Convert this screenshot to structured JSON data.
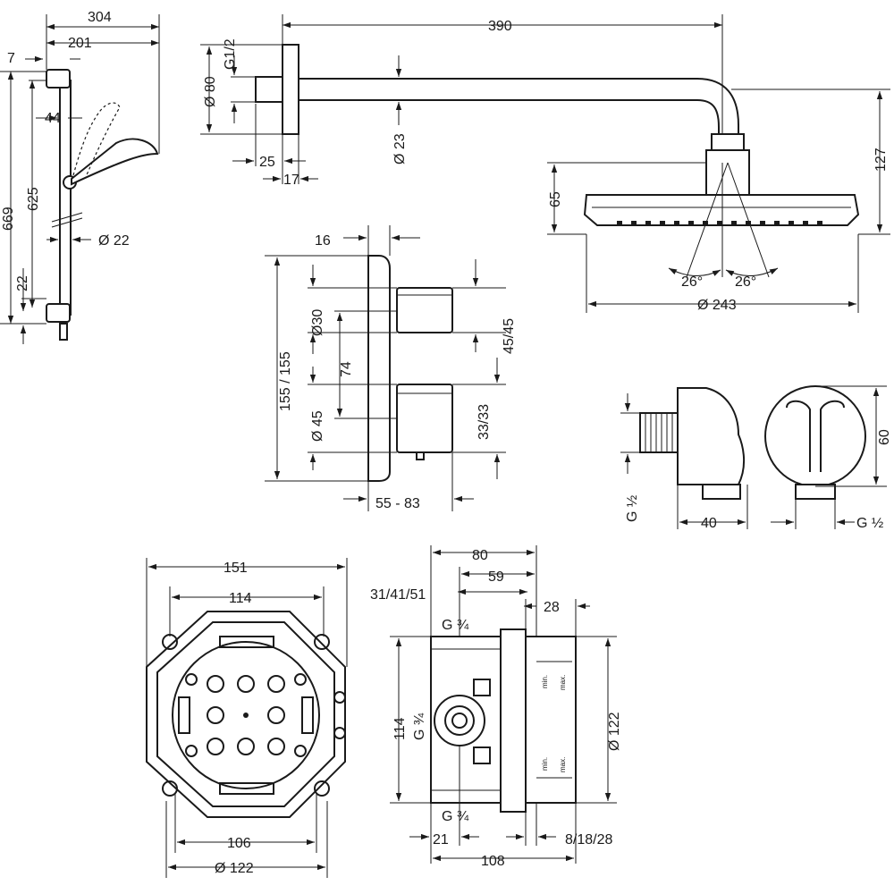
{
  "dimensions": {
    "shower_set": {
      "d304": "304",
      "d201": "201",
      "d7": "7",
      "d44": "44",
      "d669": "669",
      "d625": "625",
      "d22_bottom": "22",
      "d22_rod": "Ø 22"
    },
    "shower_arm": {
      "g12": "G1/2",
      "d80": "Ø 80",
      "d390": "390",
      "d23": "Ø 23",
      "d25": "25",
      "d17": "17"
    },
    "head_shower": {
      "d127": "127",
      "d65": "65",
      "angle_left": "26°",
      "angle_right": "26°",
      "d243": "Ø 243"
    },
    "thermostat": {
      "d16": "16",
      "d155": "155 / 155",
      "d30": "Ø30",
      "d74": "74",
      "d45_round": "Ø 45",
      "d45_45": "45/45",
      "d33_33": "33/33",
      "d55_83": "55 - 83"
    },
    "wall_outlet": {
      "g12_left": "G ½",
      "d40": "40",
      "d60": "60",
      "g12_right": "G ½"
    },
    "box_front": {
      "d151": "151",
      "d114": "114",
      "d106": "106",
      "d122": "Ø 122"
    },
    "box_side": {
      "d80": "80",
      "d59": "59",
      "d31_41_51": "31/41/51",
      "d28": "28",
      "g34_top": "G ¾",
      "g34_mid": "G ¾",
      "g34_bottom": "G ¾",
      "d114": "114",
      "d122": "Ø 122",
      "d21": "21",
      "d8_18_28": "8/18/28",
      "d108": "108",
      "label_min_top": "min.",
      "label_max_top": "max.",
      "label_min_bottom": "min.",
      "label_max_bottom": "max."
    }
  }
}
